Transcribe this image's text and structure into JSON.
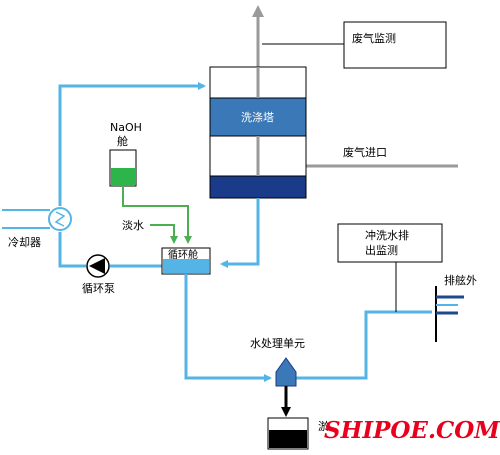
{
  "labels": {
    "exhaust_monitor": "废气监测",
    "scrubber_tower": "洗涤塔",
    "exhaust_inlet": "废气进口",
    "naoh_line1": "NaOH",
    "naoh_line2": "舱",
    "fresh_water": "淡水",
    "cooler": "冷却器",
    "circ_tank": "循环舱",
    "circ_pump": "循环泵",
    "wash_monitor_line1": "冲洗水排",
    "wash_monitor_line2": "出监测",
    "overboard": "排舷外",
    "water_treatment": "水处理单元",
    "sludge_partial": "淤"
  },
  "watermark": "SHIPOE.COM",
  "colors": {
    "pipe_blue": "#55b4e6",
    "gas_gray": "#9a9a9a",
    "tower_mid": "#3a78b8",
    "tower_base": "#1a3a8a",
    "naoh_green": "#2db44a",
    "pipe_green": "#4caf50",
    "overboard_navy": "#1e4a8c",
    "watermark_red": "#e8001c"
  }
}
